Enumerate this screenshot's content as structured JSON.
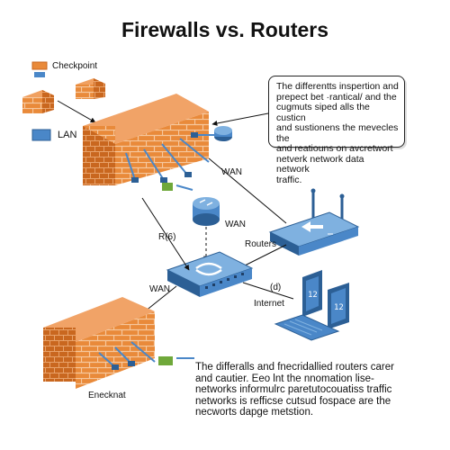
{
  "title": "Firewalls vs. Routers",
  "legend": {
    "checkpoint": "Checkpoint",
    "lan": "LAN"
  },
  "labels": {
    "wan_top": "WAN",
    "wan_mid": "WAN",
    "wan_left": "WAN",
    "routers": "Routers",
    "rb": "R(6)",
    "d": "(d)",
    "internet": "Internet",
    "enecknat": "Enecknat"
  },
  "callout": {
    "lines": [
      "The differentts inspertion and",
      "prepect bet ·rantical/ and the",
      "cugmuts siped alls the custicn",
      "and sustionens the mevecles the",
      "and reatiouns on avcretwort",
      "netverk network data network",
      "traffic."
    ]
  },
  "caption": {
    "lines": [
      "The differalls and fnecridallied routers carer",
      "and cautier. Eeo lnt the nnomation lise-",
      "networks informulrc paretutocouatiss traffic",
      "networks is refficse cutsud fospace are the",
      "necworts dapge metstion."
    ]
  },
  "colors": {
    "brick": "#e98a3a",
    "brick_dark": "#c9671f",
    "mortar": "#f6c79d",
    "device_blue": "#4a87c8",
    "device_dark": "#2c5f95",
    "cable_green": "#6fa83a"
  }
}
